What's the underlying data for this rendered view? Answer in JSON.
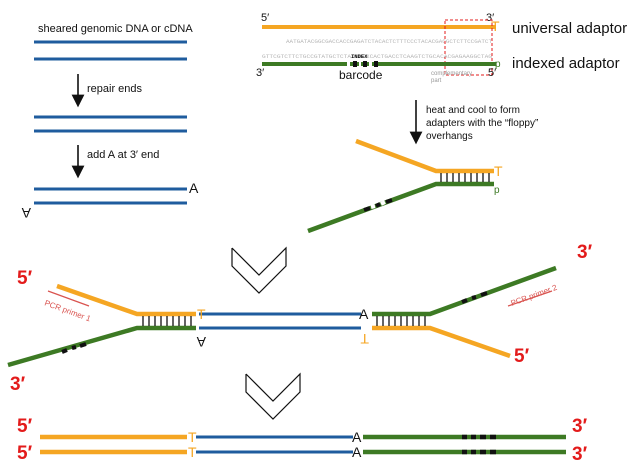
{
  "colors": {
    "dna": "#1f5c9e",
    "adaptor_orange": "#f5a623",
    "adaptor_green": "#3d7a24",
    "primer_red": "#d9534f",
    "five_three_red": "#e31b1b",
    "arrow": "#111111"
  },
  "left_steps": {
    "title": "sheared genomic DNA or cDNA",
    "step1": "repair ends",
    "step2": "add A at 3′ end",
    "a_top": "A",
    "a_bottom": "A"
  },
  "adaptors": {
    "universal_5": "5′",
    "universal_3": "3′",
    "universal_t": "T",
    "universal_label": "universal adaptor",
    "indexed_3": "3′",
    "indexed_5": "5′",
    "indexed_p": "p",
    "indexed_label": "indexed adaptor",
    "barcode_label": "barcode",
    "index_label": "INDEX",
    "complementary_label_1": "complementary",
    "complementary_label_2": "part",
    "universal_sequence": "AATGATACGGCGACCACCGAGATCTACACTCTTTCCCTACACGACGCTCTTCCGATCT",
    "indexed_sequence": "GTTCGTCTTCTGCCGTATGCTCTAINDEXCACTGACCTCAAGTCTGCACACGAGAAGGCTAG"
  },
  "annealing": {
    "step_text_1": "heat and cool to form",
    "step_text_2": "adapters with the “floppy”",
    "step_text_3": "overhangs",
    "t_label": "T",
    "p_label": "p"
  },
  "ligation": {
    "left_5": "5′",
    "left_3": "3′",
    "right_3": "3′",
    "right_5": "5′",
    "primer1": "PCR primer 1",
    "primer2": "PCR primer 2",
    "t_top": "T",
    "a_bottom": "A",
    "a_top": "A",
    "t_bottom": "T"
  },
  "product": {
    "top_5": "5′",
    "bottom_5": "5′",
    "top_3": "3′",
    "bottom_3": "3′",
    "t_top": "T",
    "t_bottom": "T",
    "a_top": "A",
    "a_bottom": "A"
  }
}
